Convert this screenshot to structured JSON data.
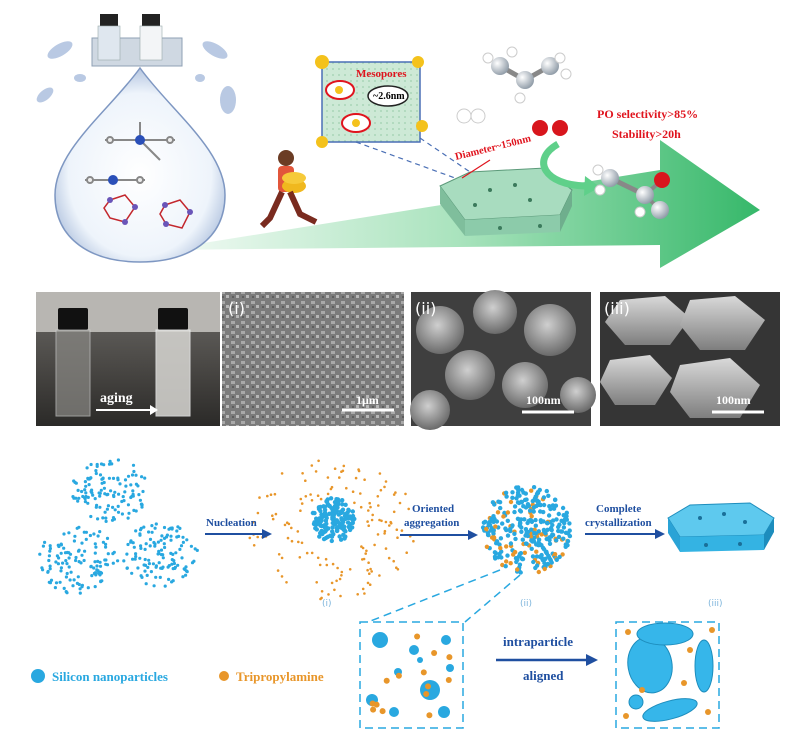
{
  "top": {
    "mesopores_title": "Mesopores",
    "pore_size": "~2.6nm",
    "diameter": "Diameter~150nm",
    "po_selectivity": "PO selectivity>85%",
    "stability": "Stability>20h"
  },
  "photos": {
    "aging_label": "aging",
    "sem": [
      {
        "tag": "(i)",
        "scale": "1μm"
      },
      {
        "tag": "(ii)",
        "scale": "100nm"
      },
      {
        "tag": "(iii)",
        "scale": "100nm"
      }
    ]
  },
  "mechanism": {
    "nucleation": "Nucleation",
    "oriented_1": "Oriented",
    "oriented_2": "aggregation",
    "complete_1": "Complete",
    "complete_2": "crystallization",
    "stage_i": "(i)",
    "stage_ii": "(ii)",
    "stage_iii": "(iii)",
    "intra_1": "intraparticle",
    "intra_2": "aligned"
  },
  "legend": {
    "silicon": "Silicon nanoparticles",
    "tpa": "Tripropylamine"
  },
  "colors": {
    "silicon": "#29a8e0",
    "tpa": "#e8962a",
    "arrow_blue": "#1f4fa0",
    "red_label": "#e0141e",
    "green_arrow": "#5fd08a"
  }
}
